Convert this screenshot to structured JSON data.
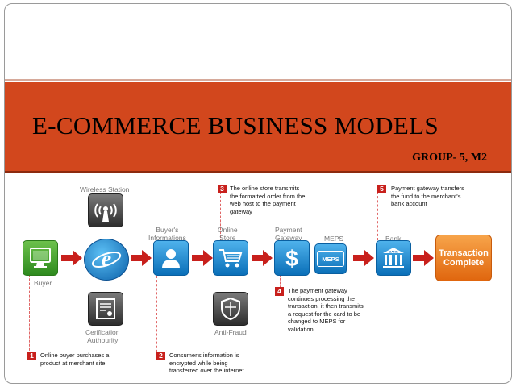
{
  "title": "E-COMMERCE BUSINESS MODELS",
  "subtitle": "GROUP- 5, M2",
  "labels": {
    "wireless_station": "Wireless Station",
    "buyer": "Buyer",
    "buyers_informations": "Buyer's\nInformations",
    "online_store": "Online\nStore",
    "payment_gateway": "Payment\nGateway",
    "meps": "MEPS",
    "bank": "Bank",
    "certification_authority": "Cerification\nAuthourity",
    "anti_fraud": "Anti-Fraud",
    "transaction_complete": "Transaction\nComplete",
    "meps_badge": "MEPS",
    "bank_badge": "BANK"
  },
  "steps": [
    {
      "number": "1",
      "text": "Online buyer purchases a\nproduct at merchant site."
    },
    {
      "number": "2",
      "text": "Consumer's information is\nencrypted while being\ntransferred over the internet"
    },
    {
      "number": "3",
      "text": "The online store transmits\nthe formatted order from the\nweb host to the payment\ngateway"
    },
    {
      "number": "4",
      "text": "The payment gateway\ncontinues processing the\ntransaction, it then transmits\na request for the card to be\nchanged to MEPS for\nvalidation"
    },
    {
      "number": "5",
      "text": "Payment gateway transfers\nthe fund to the merchant's\nbank account"
    }
  ],
  "icons": {
    "buyer": "computer-monitor-icon",
    "internet": "internet-explorer-icon",
    "wireless": "wireless-antenna-icon",
    "certificate": "certificate-icon",
    "user": "user-icon",
    "cart": "shopping-cart-icon",
    "shield": "shield-icon",
    "gateway": "dollar-sign-icon",
    "meps": "meps-card-icon",
    "bank": "bank-building-icon",
    "flow_arrow": "right-arrow-icon"
  },
  "colors": {
    "band": "#d2471d",
    "arrow": "#c8201c",
    "blue": "#1a8ad4",
    "green": "#3c9a28",
    "orange": "#ef8222",
    "step_badge": "#c8201c"
  }
}
